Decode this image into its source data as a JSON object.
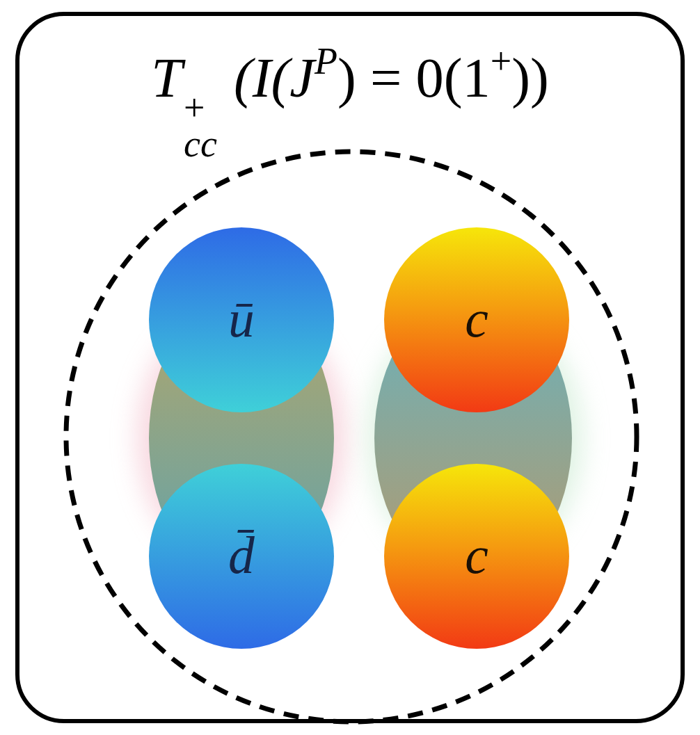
{
  "diagram": {
    "nodes": [
      {
        "text": [
          "T",
          "+",
          "cc",
          "(I(J",
          "P",
          ") = 0(1",
          "+",
          "))"
        ]
      },
      {
        "text": [
          "ū"
        ],
        "in": 0
      },
      {
        "text": [
          "c"
        ],
        "in": 0
      },
      {
        "text": [
          "d̄"
        ],
        "in": 0
      },
      {
        "text": [
          "c"
        ],
        "in": 0
      }
    ]
  }
}
